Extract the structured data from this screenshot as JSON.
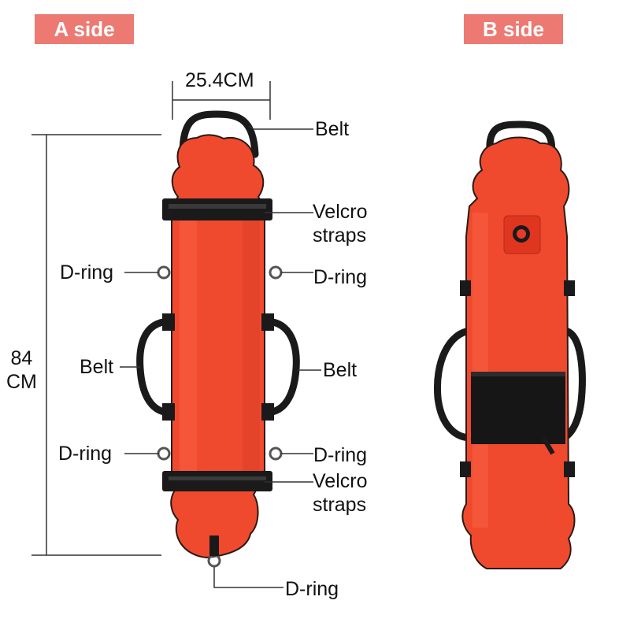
{
  "badges": {
    "a_side": "A side",
    "b_side": "B side"
  },
  "dimensions": {
    "width": "25.4CM",
    "height_value": "84",
    "height_unit": "CM"
  },
  "labels": {
    "belt_top": "Belt",
    "velcro_top_line1": "Velcro",
    "velcro_top_line2": "straps",
    "dring_left_upper": "D-ring",
    "dring_right_upper": "D-ring",
    "belt_left": "Belt",
    "belt_right": "Belt",
    "dring_left_lower": "D-ring",
    "dring_right_lower": "D-ring",
    "velcro_bottom_line1": "Velcro",
    "velcro_bottom_line2": "straps",
    "dring_bottom": "D-ring"
  },
  "colors": {
    "buoy": "#f04a2e",
    "buoy_shade": "#e0361f",
    "badge": "#ec7a73",
    "strap": "#1a1a1a"
  }
}
